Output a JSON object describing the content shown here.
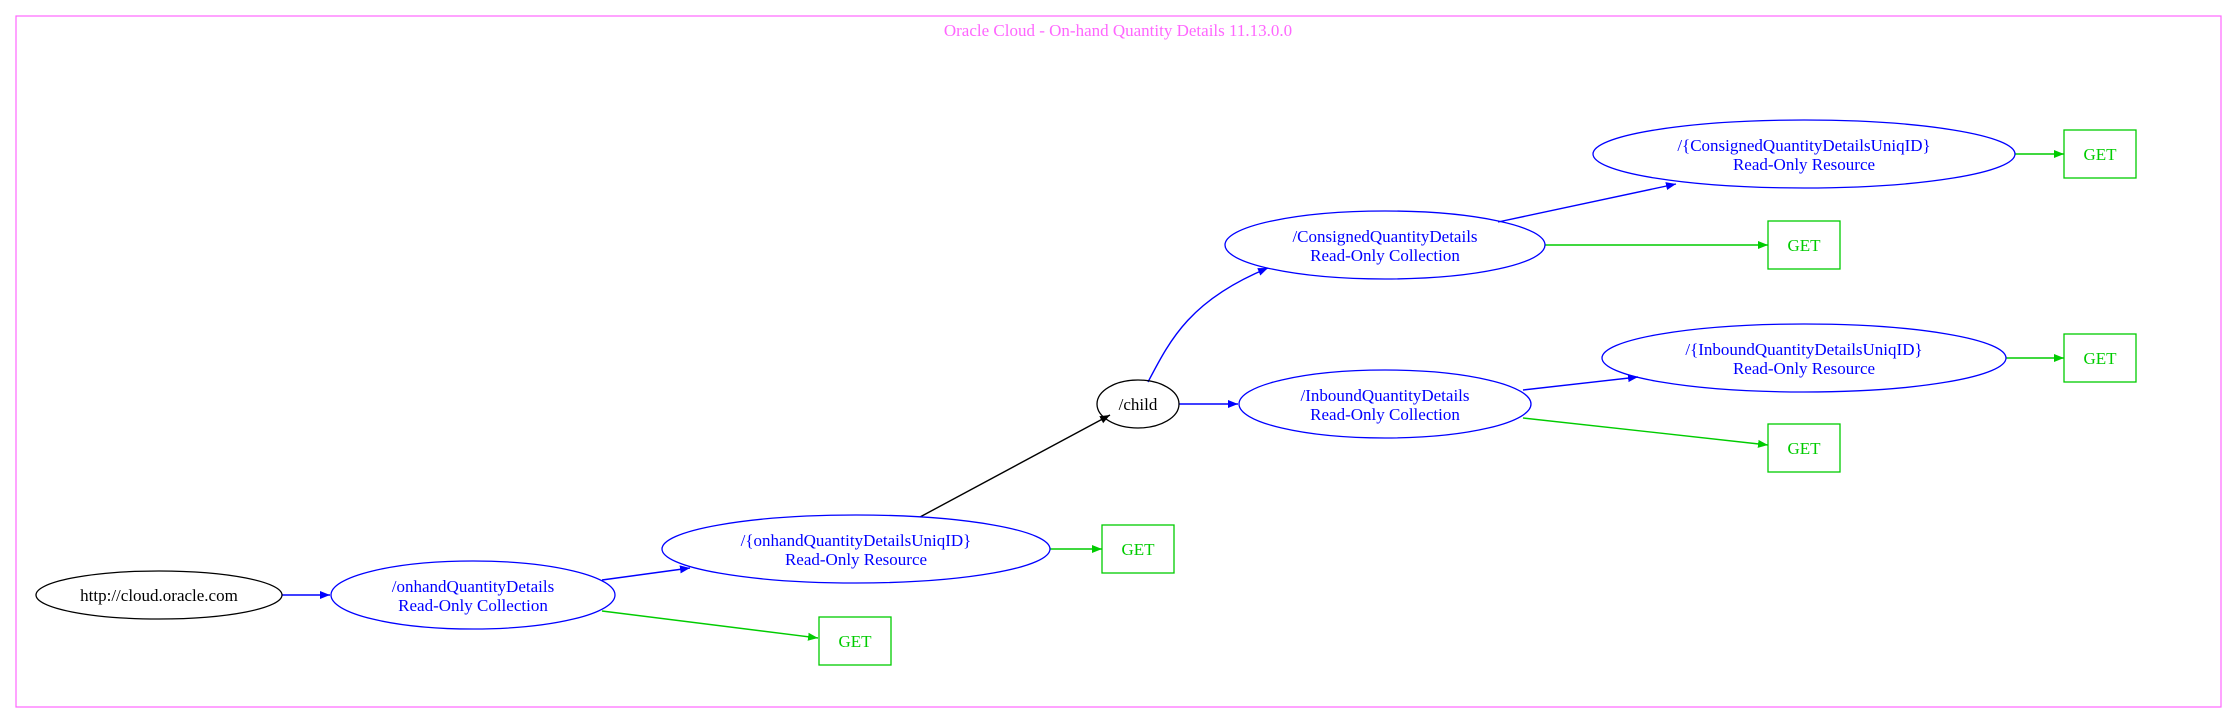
{
  "title": "Oracle Cloud - On-hand Quantity Details 11.13.0.0",
  "colors": {
    "frame": "#ff66ff",
    "resource": "#0000ff",
    "method": "#00cc00",
    "neutral": "#000000"
  },
  "nodes": {
    "root": {
      "label": "http://cloud.oracle.com"
    },
    "onhand_collection": {
      "label_path": "/onhandQuantityDetails",
      "label_type": "Read-Only Collection"
    },
    "onhand_collection_get": {
      "label": "GET"
    },
    "onhand_resource": {
      "label_path": "/{onhandQuantityDetailsUniqID}",
      "label_type": "Read-Only Resource"
    },
    "onhand_resource_get": {
      "label": "GET"
    },
    "child": {
      "label": "/child"
    },
    "consigned_collection": {
      "label_path": "/ConsignedQuantityDetails",
      "label_type": "Read-Only Collection"
    },
    "consigned_collection_get": {
      "label": "GET"
    },
    "consigned_resource": {
      "label_path": "/{ConsignedQuantityDetailsUniqID}",
      "label_type": "Read-Only Resource"
    },
    "consigned_resource_get": {
      "label": "GET"
    },
    "inbound_collection": {
      "label_path": "/InboundQuantityDetails",
      "label_type": "Read-Only Collection"
    },
    "inbound_collection_get": {
      "label": "GET"
    },
    "inbound_resource": {
      "label_path": "/{InboundQuantityDetailsUniqID}",
      "label_type": "Read-Only Resource"
    },
    "inbound_resource_get": {
      "label": "GET"
    }
  }
}
